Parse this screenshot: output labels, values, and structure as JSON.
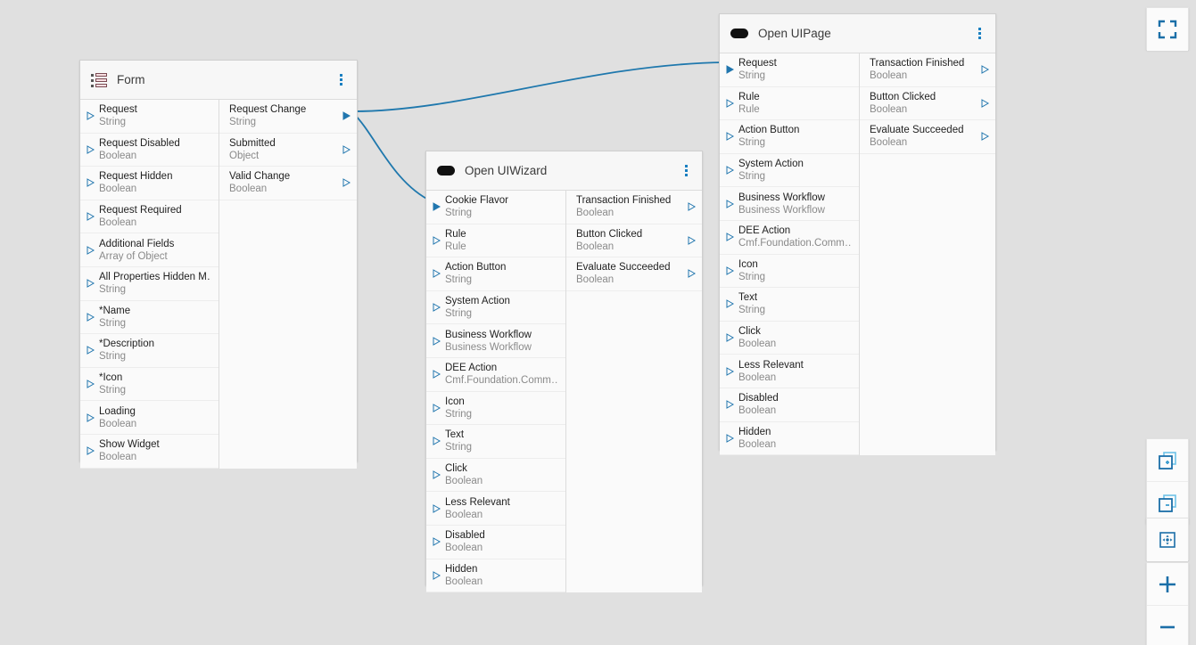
{
  "canvas": {
    "background_color": "#e0e0e0",
    "accent_color": "#2176ae",
    "node_background": "#fafafa",
    "node_border": "#cfcfcf"
  },
  "nodes": [
    {
      "id": "form",
      "title": "Form",
      "icon": "form-icon",
      "menu": "node-menu-icon",
      "inputs": [
        {
          "name": "Request",
          "type": "String",
          "connected": false
        },
        {
          "name": "Request Disabled",
          "type": "Boolean",
          "connected": false
        },
        {
          "name": "Request Hidden",
          "type": "Boolean",
          "connected": false
        },
        {
          "name": "Request Required",
          "type": "Boolean",
          "connected": false
        },
        {
          "name": "Additional Fields",
          "type": "Array of Object",
          "connected": false
        },
        {
          "name": "All Properties Hidden M…",
          "type": "String",
          "connected": false
        },
        {
          "name": "*Name",
          "type": "String",
          "connected": false
        },
        {
          "name": "*Description",
          "type": "String",
          "connected": false
        },
        {
          "name": "*Icon",
          "type": "String",
          "connected": false
        },
        {
          "name": "Loading",
          "type": "Boolean",
          "connected": false
        },
        {
          "name": "Show Widget",
          "type": "Boolean",
          "connected": false
        }
      ],
      "outputs": [
        {
          "name": "Request Change",
          "type": "String",
          "connected": true
        },
        {
          "name": "Submitted",
          "type": "Object",
          "connected": false
        },
        {
          "name": "Valid Change",
          "type": "Boolean",
          "connected": false
        }
      ]
    },
    {
      "id": "open-uiwizard",
      "title": "Open UIWizard",
      "icon": "pill-icon",
      "menu": "node-menu-icon",
      "inputs": [
        {
          "name": "Cookie Flavor",
          "type": "String",
          "connected": true
        },
        {
          "name": "Rule",
          "type": "Rule",
          "connected": false
        },
        {
          "name": "Action Button",
          "type": "String",
          "connected": false
        },
        {
          "name": "System Action",
          "type": "String",
          "connected": false
        },
        {
          "name": "Business Workflow",
          "type": "Business Workflow",
          "connected": false
        },
        {
          "name": "DEE Action",
          "type": "Cmf.Foundation.Comm…",
          "connected": false
        },
        {
          "name": "Icon",
          "type": "String",
          "connected": false
        },
        {
          "name": "Text",
          "type": "String",
          "connected": false
        },
        {
          "name": "Click",
          "type": "Boolean",
          "connected": false
        },
        {
          "name": "Less Relevant",
          "type": "Boolean",
          "connected": false
        },
        {
          "name": "Disabled",
          "type": "Boolean",
          "connected": false
        },
        {
          "name": "Hidden",
          "type": "Boolean",
          "connected": false
        }
      ],
      "outputs": [
        {
          "name": "Transaction Finished",
          "type": "Boolean",
          "connected": false
        },
        {
          "name": "Button Clicked",
          "type": "Boolean",
          "connected": false
        },
        {
          "name": "Evaluate Succeeded",
          "type": "Boolean",
          "connected": false
        }
      ]
    },
    {
      "id": "open-uipage",
      "title": "Open UIPage",
      "icon": "pill-icon",
      "menu": "node-menu-icon",
      "inputs": [
        {
          "name": "Request",
          "type": "String",
          "connected": true
        },
        {
          "name": "Rule",
          "type": "Rule",
          "connected": false
        },
        {
          "name": "Action Button",
          "type": "String",
          "connected": false
        },
        {
          "name": "System Action",
          "type": "String",
          "connected": false
        },
        {
          "name": "Business Workflow",
          "type": "Business Workflow",
          "connected": false
        },
        {
          "name": "DEE Action",
          "type": "Cmf.Foundation.Comm…",
          "connected": false
        },
        {
          "name": "Icon",
          "type": "String",
          "connected": false
        },
        {
          "name": "Text",
          "type": "String",
          "connected": false
        },
        {
          "name": "Click",
          "type": "Boolean",
          "connected": false
        },
        {
          "name": "Less Relevant",
          "type": "Boolean",
          "connected": false
        },
        {
          "name": "Disabled",
          "type": "Boolean",
          "connected": false
        },
        {
          "name": "Hidden",
          "type": "Boolean",
          "connected": false
        }
      ],
      "outputs": [
        {
          "name": "Transaction Finished",
          "type": "Boolean",
          "connected": false
        },
        {
          "name": "Button Clicked",
          "type": "Boolean",
          "connected": false
        },
        {
          "name": "Evaluate Succeeded",
          "type": "Boolean",
          "connected": false
        }
      ]
    }
  ],
  "connections": [
    {
      "from_node": "form",
      "from_port": "Request Change",
      "to_node": "open-uipage",
      "to_port": "Request"
    },
    {
      "from_node": "form",
      "from_port": "Request Change",
      "to_node": "open-uiwizard",
      "to_port": "Cookie Flavor"
    }
  ],
  "toolbar": {
    "fullscreen": {
      "label": "Fullscreen",
      "icon": "fullscreen-icon"
    },
    "items": [
      {
        "label": "Expand All",
        "icon": "expand-all-icon"
      },
      {
        "label": "Collapse All",
        "icon": "collapse-all-icon"
      },
      {
        "label": "Fit To View",
        "icon": "fit-to-view-icon"
      },
      {
        "label": "Zoom In",
        "icon": "zoom-in-icon"
      },
      {
        "label": "Zoom Out",
        "icon": "zoom-out-icon"
      }
    ]
  }
}
